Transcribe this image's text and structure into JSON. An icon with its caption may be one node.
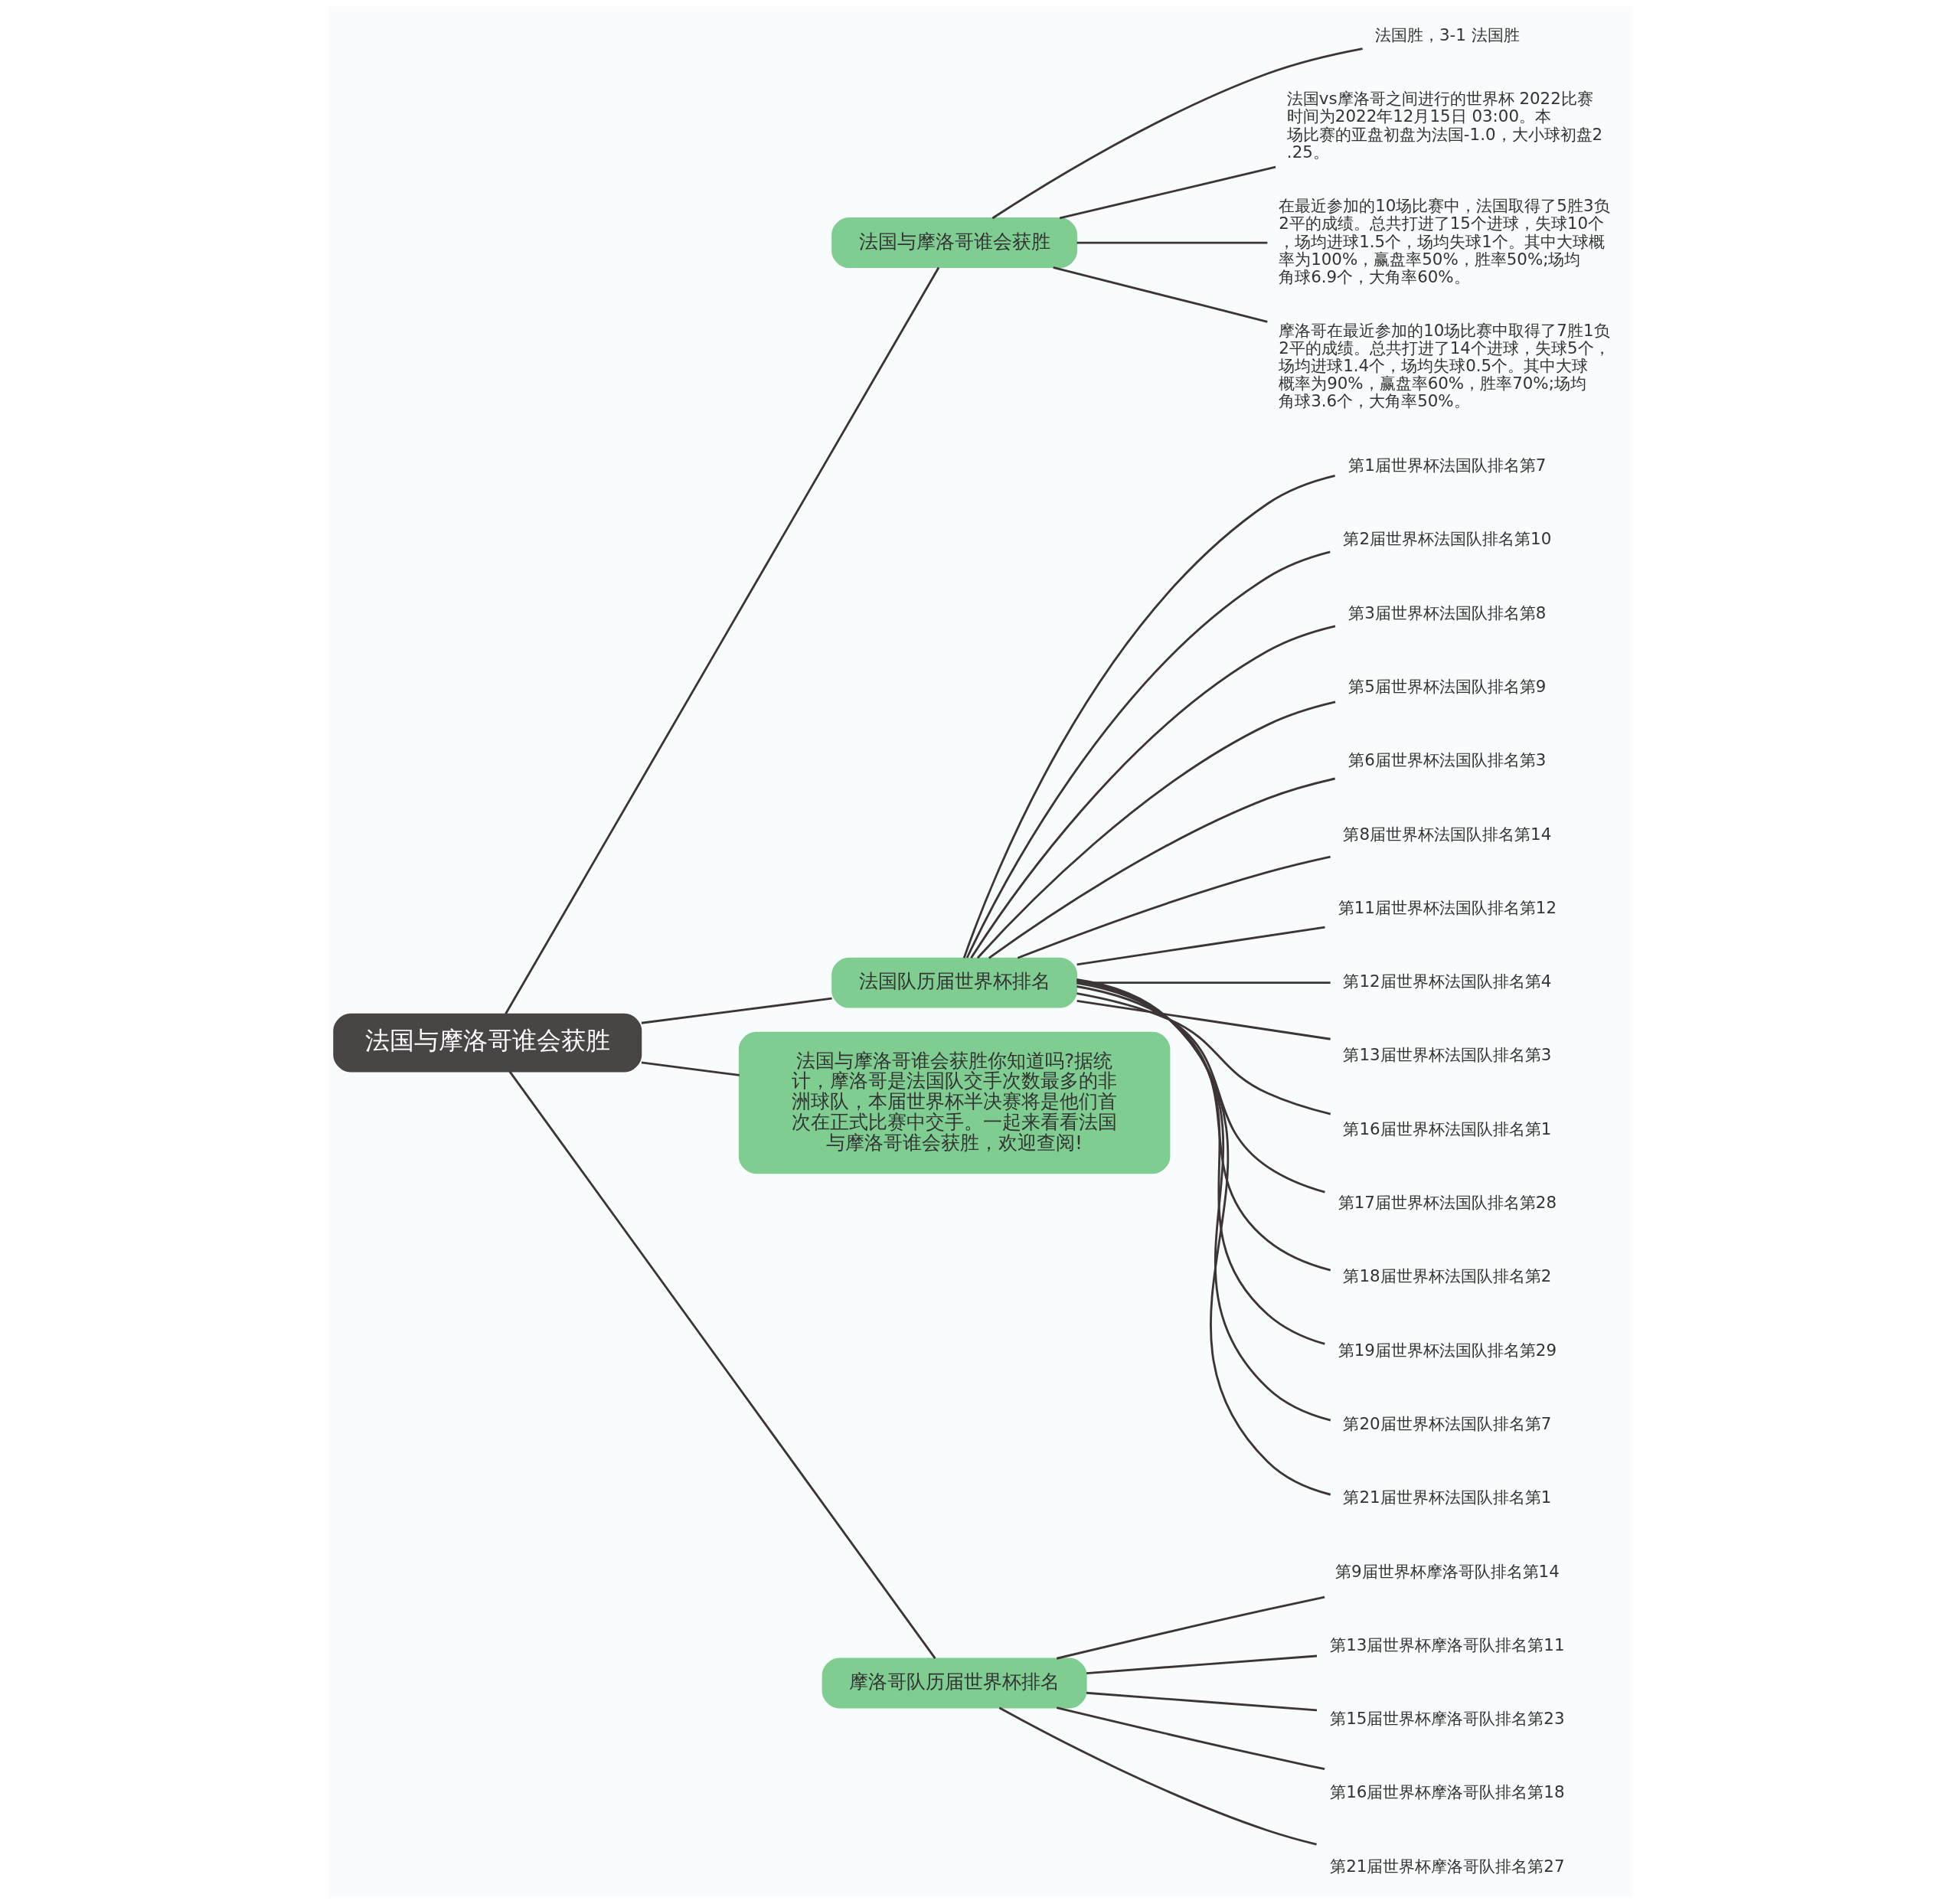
{
  "diagram": {
    "nodes": [
      {
        "text": [
          "法国与摩洛哥谁会获胜"
        ]
      },
      {
        "text": [
          "法国与摩洛哥谁会获胜"
        ]
      },
      {
        "text": [
          "法国胜，3-1 法国胜"
        ]
      },
      {
        "text": [
          "法国vs摩洛哥之间进行的世界杯 2022比赛时间为2022年12月15日 03:00。本场比赛的亚盘初盘为法国-1.0，大小球初盘2.25。"
        ]
      },
      {
        "text": [
          "在最近参加的10场比赛中，法国取得了5胜3负2平的成绩。总共打进了15个进球，失球10个，场均进球1.5个，场均失球1个。其中大球概率为100%，赢盘率50%，胜率50%;场均角球6.9个，大角率60%。"
        ]
      },
      {
        "text": [
          "摩洛哥在最近参加的10场比赛中取得了7胜1负2平的成绩。总共打进了14个进球，失球5个，场均进球1.4个，场均失球0.5个。其中大球概率为90%，赢盘率60%，胜率70%;场均角球3.6个，大角率50%。"
        ]
      },
      {
        "text": [
          "法国队历届世界杯排名"
        ]
      },
      {
        "text": [
          "第1届世界杯法国队排名第7"
        ]
      },
      {
        "text": [
          "第2届世界杯法国队排名第10"
        ]
      },
      {
        "text": [
          "第3届世界杯法国队排名第8"
        ]
      },
      {
        "text": [
          "第5届世界杯法国队排名第9"
        ]
      },
      {
        "text": [
          "第6届世界杯法国队排名第3"
        ]
      },
      {
        "text": [
          "第8届世界杯法国队排名第14"
        ]
      },
      {
        "text": [
          "第11届世界杯法国队排名第12"
        ]
      },
      {
        "text": [
          "第12届世界杯法国队排名第4"
        ]
      },
      {
        "text": [
          "第13届世界杯法国队排名第3"
        ]
      },
      {
        "text": [
          "第16届世界杯法国队排名第1"
        ]
      },
      {
        "text": [
          "第17届世界杯法国队排名第28"
        ]
      },
      {
        "text": [
          "第18届世界杯法国队排名第2"
        ]
      },
      {
        "text": [
          "第19届世界杯法国队排名第29"
        ]
      },
      {
        "text": [
          "第20届世界杯法国队排名第7"
        ]
      },
      {
        "text": [
          "第21届世界杯法国队排名第1"
        ]
      },
      {
        "text": [
          "法国与摩洛哥谁会获胜你知道吗?据统计，摩洛哥是法国队交手次数最多的非洲球队，本届世界杯半决赛将是他们首次在正式比赛中交手。一起来看看法国与摩洛哥谁会获胜，欢迎查阅!"
        ]
      },
      {
        "text": [
          "摩洛哥队历届世界杯排名"
        ]
      },
      {
        "text": [
          "第9届世界杯摩洛哥队排名第14"
        ]
      },
      {
        "text": [
          "第13届世界杯摩洛哥队排名第11"
        ]
      },
      {
        "text": [
          "第15届世界杯摩洛哥队排名第23"
        ]
      },
      {
        "text": [
          "第16届世界杯摩洛哥队排名第18"
        ]
      },
      {
        "text": [
          "第21届世界杯摩洛哥队排名第27"
        ]
      }
    ],
    "edges": [
      {
        "from": 0,
        "to": 1,
        "arrow": "none"
      },
      {
        "from": 1,
        "to": 2,
        "arrow": "none"
      },
      {
        "from": 1,
        "to": 3,
        "arrow": "none"
      },
      {
        "from": 1,
        "to": 4,
        "arrow": "none"
      },
      {
        "from": 1,
        "to": 5,
        "arrow": "none"
      },
      {
        "from": 0,
        "to": 6,
        "arrow": "none"
      },
      {
        "from": 6,
        "to": 7,
        "arrow": "none"
      },
      {
        "from": 6,
        "to": 8,
        "arrow": "none"
      },
      {
        "from": 6,
        "to": 9,
        "arrow": "none"
      },
      {
        "from": 6,
        "to": 10,
        "arrow": "none"
      },
      {
        "from": 6,
        "to": 11,
        "arrow": "none"
      },
      {
        "from": 6,
        "to": 12,
        "arrow": "none"
      },
      {
        "from": 6,
        "to": 13,
        "arrow": "none"
      },
      {
        "from": 6,
        "to": 14,
        "arrow": "none"
      },
      {
        "from": 6,
        "to": 15,
        "arrow": "none"
      },
      {
        "from": 6,
        "to": 16,
        "arrow": "none"
      },
      {
        "from": 6,
        "to": 17,
        "arrow": "none"
      },
      {
        "from": 6,
        "to": 18,
        "arrow": "none"
      },
      {
        "from": 6,
        "to": 19,
        "arrow": "none"
      },
      {
        "from": 6,
        "to": 20,
        "arrow": "none"
      },
      {
        "from": 6,
        "to": 21,
        "arrow": "none"
      },
      {
        "from": 0,
        "to": 22,
        "arrow": "none"
      },
      {
        "from": 0,
        "to": 23,
        "arrow": "none"
      },
      {
        "from": 23,
        "to": 24,
        "arrow": "none"
      },
      {
        "from": 23,
        "to": 25,
        "arrow": "none"
      },
      {
        "from": 23,
        "to": 26,
        "arrow": "none"
      },
      {
        "from": 23,
        "to": 27,
        "arrow": "none"
      },
      {
        "from": 23,
        "to": 28,
        "arrow": "none"
      }
    ]
  }
}
